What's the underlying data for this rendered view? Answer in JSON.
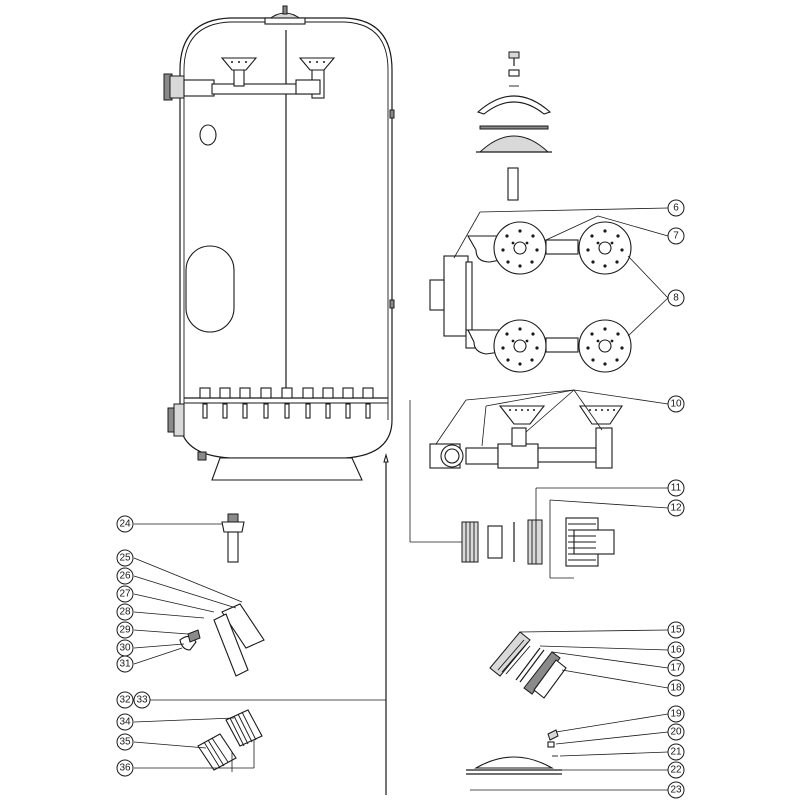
{
  "diagram": {
    "callouts": [
      {
        "id": "c6",
        "label": "6"
      },
      {
        "id": "c7",
        "label": "7"
      },
      {
        "id": "c8",
        "label": "8"
      },
      {
        "id": "c10",
        "label": "10"
      },
      {
        "id": "c11",
        "label": "11"
      },
      {
        "id": "c12",
        "label": "12"
      },
      {
        "id": "c15",
        "label": "15"
      },
      {
        "id": "c16",
        "label": "16"
      },
      {
        "id": "c17",
        "label": "17"
      },
      {
        "id": "c18",
        "label": "18"
      },
      {
        "id": "c19",
        "label": "19"
      },
      {
        "id": "c20",
        "label": "20"
      },
      {
        "id": "c21",
        "label": "21"
      },
      {
        "id": "c22",
        "label": "22"
      },
      {
        "id": "c23",
        "label": "23"
      },
      {
        "id": "c24",
        "label": "24"
      },
      {
        "id": "c25",
        "label": "25"
      },
      {
        "id": "c26",
        "label": "26"
      },
      {
        "id": "c27",
        "label": "27"
      },
      {
        "id": "c28",
        "label": "28"
      },
      {
        "id": "c29",
        "label": "29"
      },
      {
        "id": "c30",
        "label": "30"
      },
      {
        "id": "c31",
        "label": "31"
      },
      {
        "id": "c32",
        "label": "32"
      },
      {
        "id": "c33",
        "label": "33"
      },
      {
        "id": "c34",
        "label": "34"
      },
      {
        "id": "c35",
        "label": "35"
      },
      {
        "id": "c36",
        "label": "36"
      }
    ]
  }
}
